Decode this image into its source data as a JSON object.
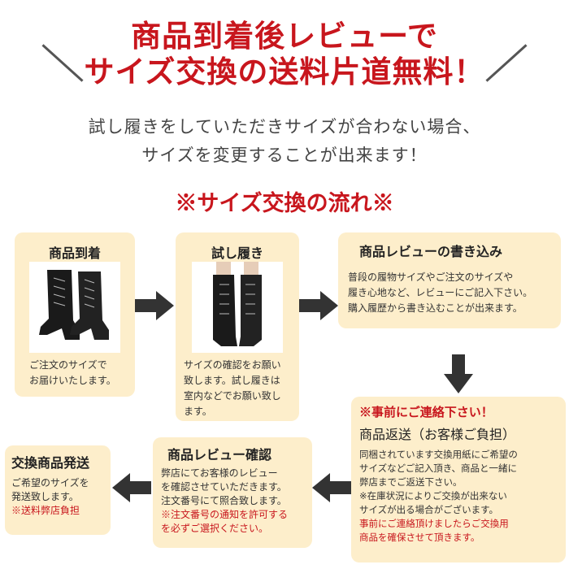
{
  "header": {
    "title_line1": "商品到着後レビューで",
    "title_line2": "サイズ交換の送料片道無料！",
    "sub_line1": "試し履きをしていただきサイズが合わない場合、",
    "sub_line2": "サイズを変更することが出来ます！",
    "flow_heading": "※サイズ交換の流れ※"
  },
  "colors": {
    "accent_red": "#c8161d",
    "card_bg": "#fdeecb",
    "arrow": "#333333"
  },
  "steps": {
    "arrival": {
      "title": "商品到着",
      "text": "ご注文のサイズで\nお届けいたします。",
      "image": "black-lace-up-boots-side-view"
    },
    "try_on": {
      "title": "試し履き",
      "text": "サイズの確認をお願い\n致します。試し履きは\n室内などでお願い致し\nます。",
      "image": "black-lace-up-boots-worn-front-view"
    },
    "review": {
      "title": "商品レビューの書き込み",
      "text": "普段の履物サイズやご注文のサイズや\n履き心地など、レビューにご記入下さい。\n購入履歴から書き込むことが出来ます。"
    },
    "return": {
      "notice": "※事前にご連絡下さい！",
      "title": "商品返送（お客様ご負担）",
      "text": "同梱されています交換用紙にご希望の\nサイズなどご記入頂き、商品と一緒に\n弊店までご返送下さい。\n※在庫状況によりご交換が出来ない\nサイズが出る場合がございます。",
      "text_red": "事前にご連絡頂けましたらご交換用\n商品を確保させて頂きます。"
    },
    "confirm": {
      "title": "商品レビュー確認",
      "text": "弊店にてお客様のレビュー\nを確認させていただきます。\n注文番号にて照合致します。",
      "text_red": "※注文番号の通知を許可する\nを必ずご選択ください。"
    },
    "ship": {
      "title": "交換商品発送",
      "text": "ご希望のサイズを\n発送致します。",
      "text_red": "※送料弊店負担"
    }
  }
}
